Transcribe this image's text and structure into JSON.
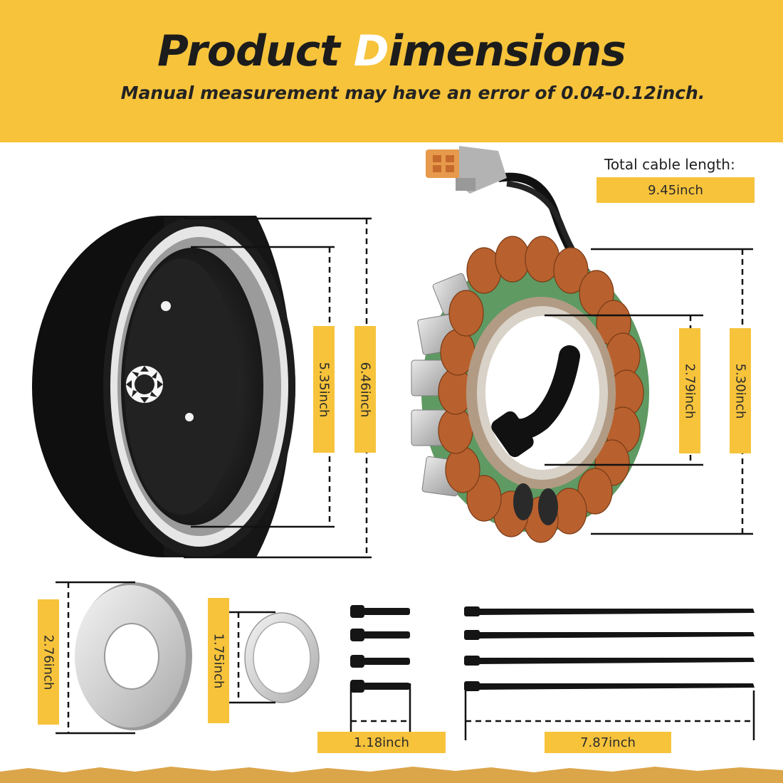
{
  "header": {
    "title_prefix": "Product ",
    "title_highlight": "D",
    "title_suffix": "imensions",
    "subtitle": "Manual measurement may have an error of 0.04-0.12inch."
  },
  "cable": {
    "label": "Total cable length:",
    "value": "9.45inch"
  },
  "flywheel": {
    "inner_diameter": "5.35inch",
    "outer_diameter": "6.46inch"
  },
  "stator": {
    "inner_diameter": "2.79inch",
    "outer_diameter": "5.30inch"
  },
  "washers": {
    "large_diameter": "2.76inch",
    "small_diameter": "1.75inch"
  },
  "bolts": {
    "length": "1.18inch"
  },
  "cable_ties": {
    "length": "7.87inch"
  },
  "colors": {
    "accent": "#f6c33b",
    "copper": "#b8612e",
    "insulation": "#6fa772",
    "flywheel_black": "#1a1a1a"
  }
}
